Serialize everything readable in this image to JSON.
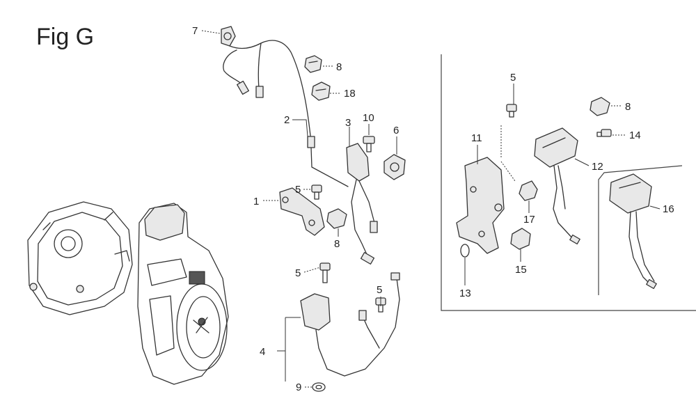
{
  "figure": {
    "title": "Fig G"
  },
  "callouts": [
    {
      "id": "c1",
      "label": "1"
    },
    {
      "id": "c2",
      "label": "2"
    },
    {
      "id": "c3",
      "label": "3"
    },
    {
      "id": "c4",
      "label": "4"
    },
    {
      "id": "c5a",
      "label": "5"
    },
    {
      "id": "c5b",
      "label": "5"
    },
    {
      "id": "c5c",
      "label": "5"
    },
    {
      "id": "c5d",
      "label": "5"
    },
    {
      "id": "c6",
      "label": "6"
    },
    {
      "id": "c7",
      "label": "7"
    },
    {
      "id": "c8a",
      "label": "8"
    },
    {
      "id": "c8b",
      "label": "8"
    },
    {
      "id": "c8c",
      "label": "8"
    },
    {
      "id": "c9",
      "label": "9"
    },
    {
      "id": "c10",
      "label": "10"
    },
    {
      "id": "c11",
      "label": "11"
    },
    {
      "id": "c12",
      "label": "12"
    },
    {
      "id": "c13",
      "label": "13"
    },
    {
      "id": "c14",
      "label": "14"
    },
    {
      "id": "c15",
      "label": "15"
    },
    {
      "id": "c16",
      "label": "16"
    },
    {
      "id": "c17",
      "label": "17"
    },
    {
      "id": "c18",
      "label": "18"
    }
  ]
}
